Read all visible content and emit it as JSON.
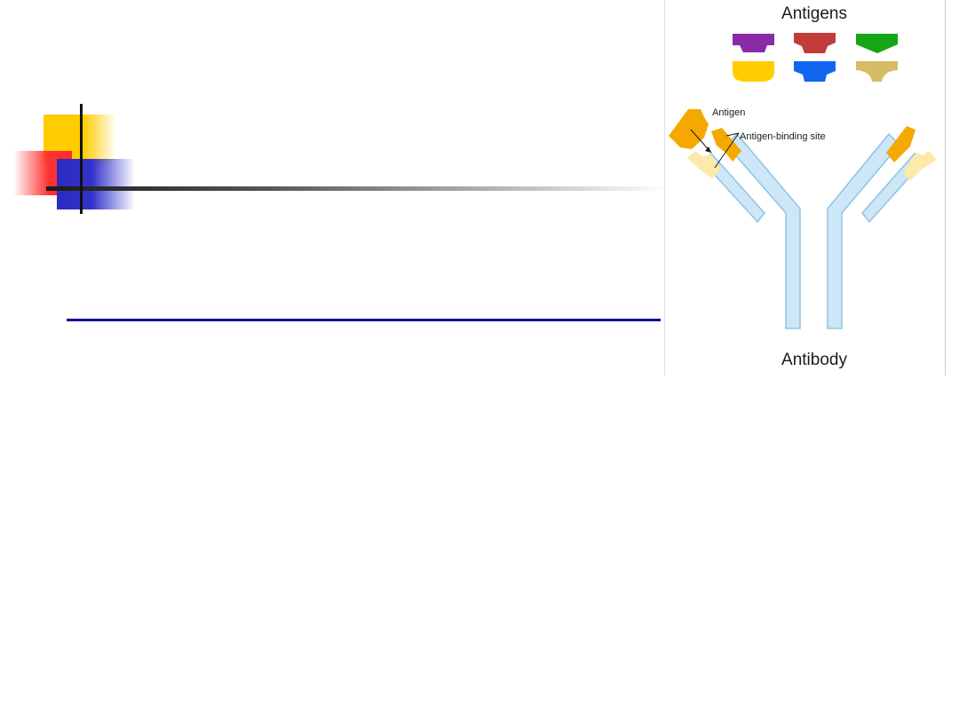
{
  "figure": {
    "title": "Antigens",
    "label_antigen": "Antigen",
    "label_binding_site": "Antigen-binding site",
    "caption": "Antibody"
  },
  "colors": {
    "antigen_purple": "#8a2aa6",
    "antigen_red": "#c23a3a",
    "antigen_green": "#14a614",
    "antigen_yellow": "#ffcc00",
    "antigen_blue": "#1166f0",
    "antigen_khaki": "#d6bd63",
    "antibody_blue": "#cde7f7",
    "antibody_outline": "#8ec3e6",
    "binding_orange": "#f5a800",
    "binding_light": "#fde9a8",
    "title_rule": "#0a0aa8"
  }
}
